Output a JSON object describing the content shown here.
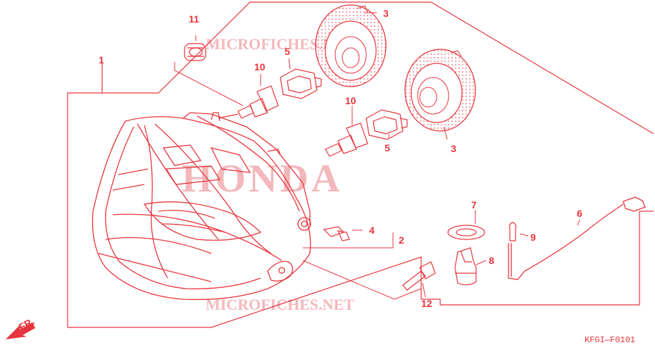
{
  "diagram": {
    "line_color": "#e8343c",
    "watermark_color": "#f3b8bb",
    "code": "KFGI—F0101",
    "direction_label": "FR.",
    "watermarks": {
      "brand": "HONDA",
      "site_top": "MICROFICHES.NET",
      "site_bottom": "MICROFICHES.NET"
    },
    "callouts": {
      "p1": "1",
      "p2": "2",
      "p3a": "3",
      "p3b": "3",
      "p4": "4",
      "p5a": "5",
      "p5b": "5",
      "p6": "6",
      "p7": "7",
      "p8": "8",
      "p9": "9",
      "p10a": "10",
      "p10b": "10",
      "p11": "11",
      "p12": "12"
    }
  }
}
